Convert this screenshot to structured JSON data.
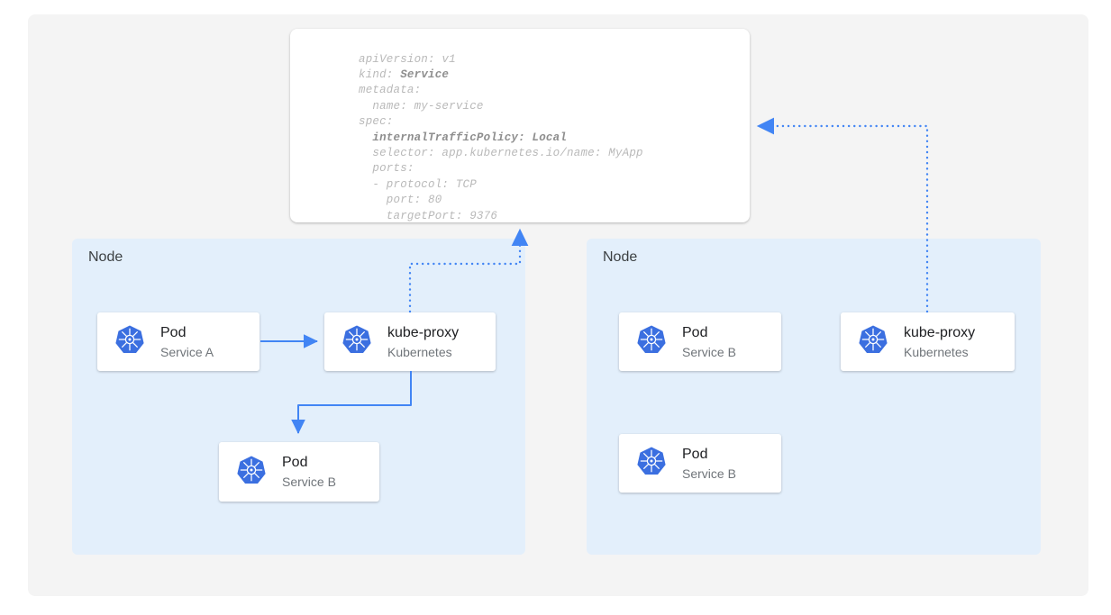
{
  "colors": {
    "canvas_bg": "#f4f4f4",
    "node_bg": "#e3effb",
    "card_bg": "#ffffff",
    "accent_blue": "#4285f4",
    "k8s_blue": "#3b6fe0",
    "title_text": "#202124",
    "subtitle_text": "#70757a",
    "code_text": "#b9b9b9",
    "code_bold_text": "#8e8e8e"
  },
  "yaml": {
    "lines": [
      {
        "text": "apiVersion: v1",
        "bold_from": null
      },
      {
        "text": "kind: ",
        "bold": "Service"
      },
      {
        "text": "metadata:",
        "bold_from": null
      },
      {
        "text": "  name: my-service",
        "bold_from": null
      },
      {
        "text": "spec:",
        "bold_from": null
      },
      {
        "text": "  ",
        "bold": "internalTrafficPolicy: Local"
      },
      {
        "text": "  selector: app.kubernetes.io/name: MyApp",
        "bold_from": null
      },
      {
        "text": "  ports:",
        "bold_from": null
      },
      {
        "text": "  - protocol: TCP",
        "bold_from": null
      },
      {
        "text": "    port: 80",
        "bold_from": null
      },
      {
        "text": "    targetPort: 9376",
        "bold_from": null
      }
    ],
    "plain_text": "apiVersion: v1\nkind: Service\nmetadata:\n  name: my-service\nspec:\n  internalTrafficPolicy: Local\n  selector: app.kubernetes.io/name: MyApp\n  ports:\n  - protocol: TCP\n    port: 80\n    targetPort: 9376"
  },
  "nodes": {
    "left": {
      "label": "Node",
      "cards": [
        {
          "title": "Pod",
          "subtitle": "Service A",
          "icon": "kubernetes-logo-icon"
        },
        {
          "title": "kube-proxy",
          "subtitle": "Kubernetes",
          "icon": "kubernetes-logo-icon"
        },
        {
          "title": "Pod",
          "subtitle": "Service B",
          "icon": "kubernetes-logo-icon"
        }
      ]
    },
    "right": {
      "label": "Node",
      "cards": [
        {
          "title": "Pod",
          "subtitle": "Service B",
          "icon": "kubernetes-logo-icon"
        },
        {
          "title": "kube-proxy",
          "subtitle": "Kubernetes",
          "icon": "kubernetes-logo-icon"
        },
        {
          "title": "Pod",
          "subtitle": "Service B",
          "icon": "kubernetes-logo-icon"
        }
      ]
    }
  },
  "edges": [
    {
      "name": "pod-a-to-kube-proxy",
      "style": "solid",
      "color": "#4285f4"
    },
    {
      "name": "kube-proxy-to-pod-b",
      "style": "solid",
      "color": "#4285f4"
    },
    {
      "name": "kube-proxy-left-to-service-spec",
      "style": "dotted",
      "color": "#4285f4"
    },
    {
      "name": "kube-proxy-right-to-service-spec",
      "style": "dotted",
      "color": "#4285f4"
    }
  ]
}
